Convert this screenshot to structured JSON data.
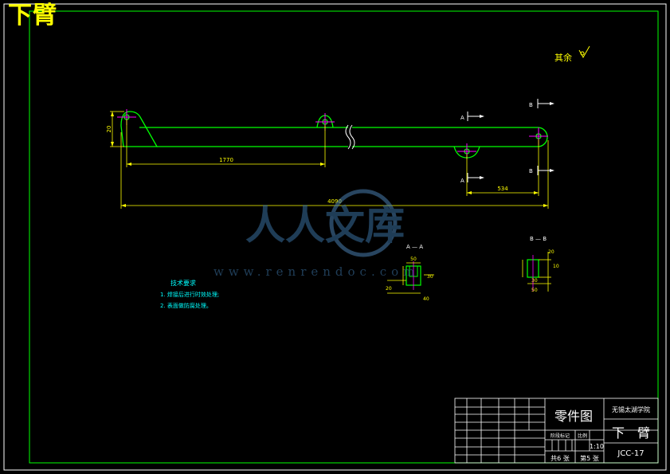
{
  "sheet_title": "下臂",
  "roughness_note": "其余",
  "dims": {
    "d_height": "20",
    "d_1": "1770",
    "d_2": "534",
    "d_total": "4090",
    "sec_aa_1": "50",
    "sec_aa_2": "30",
    "sec_aa_3": "20",
    "sec_aa_4": "40",
    "sec_bb_1": "20",
    "sec_bb_2": "10",
    "sec_bb_3": "30",
    "sec_bb_4": "50"
  },
  "section_labels": {
    "a": "A",
    "b": "B",
    "aa": "A — A",
    "bb": "B — B"
  },
  "tech": {
    "title": "技术要求",
    "items": [
      "1. 焊接后进行时效处理;",
      "2. 表面做防腐处理。"
    ]
  },
  "title_block": {
    "drawing_type": "零件图",
    "school": "无锡太湖学院",
    "part_name": "下　臂",
    "drawing_no": "JCC-17",
    "scale": "1:10",
    "sheets_total": "共6 张",
    "sheet_no": "第5 张",
    "scale_label": "比例",
    "stage_label": "阶段标记"
  },
  "watermark": {
    "text": "人人文库",
    "url": "www.renrendoc.com"
  },
  "colors": {
    "frame": "#00ff00",
    "outline": "#ffffff",
    "dim": "#ffff00",
    "center": "#ff00ff",
    "note": "#00ffff"
  }
}
